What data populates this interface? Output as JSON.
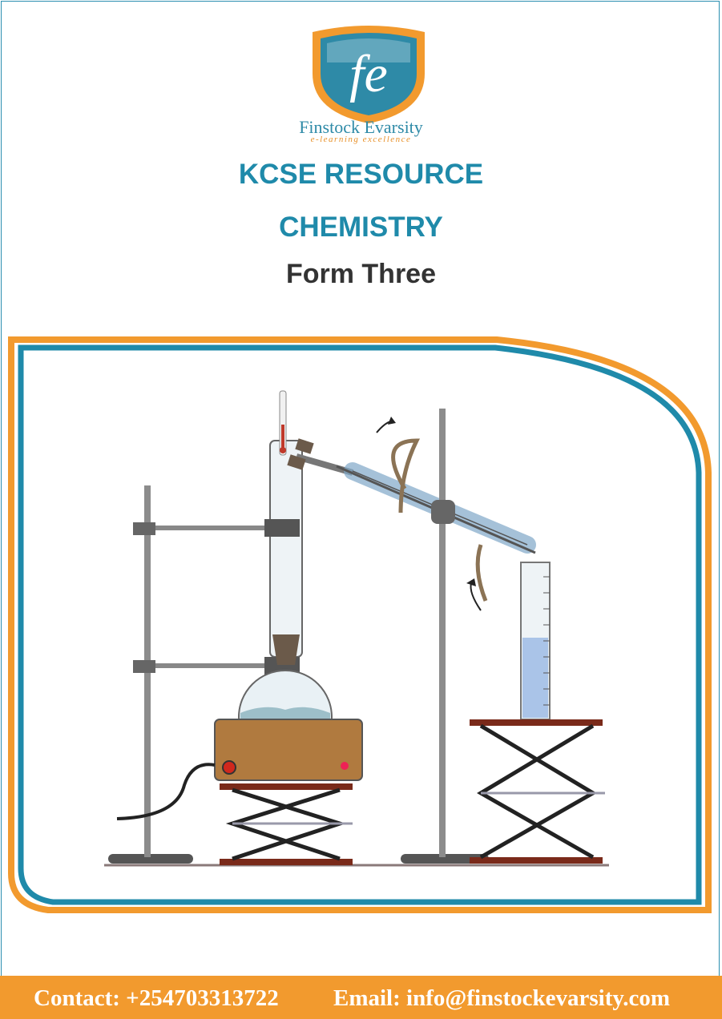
{
  "brand": {
    "logo_letters": "fe",
    "name": "Finstock Evarsity",
    "tagline": "e-learning excellence"
  },
  "header": {
    "title": "KCSE RESOURCE",
    "subject": "CHEMISTRY",
    "level": "Form Three"
  },
  "illustration": {
    "description_icon": "distillation-apparatus-icon"
  },
  "footer": {
    "contact": "Contact: +254703313722",
    "email": "Email: info@finstockevarsity.com"
  },
  "colors": {
    "accent_blue": "#1f8aaa",
    "accent_orange": "#f29a2e",
    "dark_text": "#333333"
  }
}
